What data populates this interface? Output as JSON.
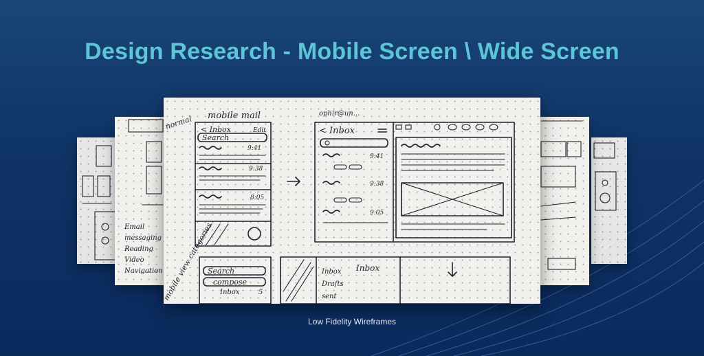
{
  "title": "Design Research - Mobile Screen \\ Wide Screen",
  "caption": "Low Fidelity Wireframes",
  "colors": {
    "background": "#0f3366",
    "title": "#5cc5d6",
    "paper": "#f1f0ec",
    "ink": "#1d2430"
  },
  "sketch": {
    "heading_normal": "normal",
    "heading_mobile_mail": "mobile mail",
    "account": "ophir@un...",
    "mobile": {
      "inbox": "< Inbox",
      "edit": "Edit",
      "search": "Search",
      "times": [
        "9:41",
        "9:38",
        "8:05"
      ]
    },
    "wide": {
      "inbox": "< Inbox",
      "times": [
        "9:41",
        "9:38",
        "9:05"
      ]
    },
    "mobile_view_categories": "mobile view categories",
    "bottom": {
      "search": "Search",
      "compose": "compose",
      "inbox_row": "Inbox",
      "inbox_count": "5",
      "folders": [
        "Inbox",
        "Drafts",
        "sent"
      ],
      "inbox_heading": "Inbox"
    },
    "side_list": [
      "Email",
      "messaging",
      "Reading",
      "Video",
      "Navigation"
    ]
  }
}
